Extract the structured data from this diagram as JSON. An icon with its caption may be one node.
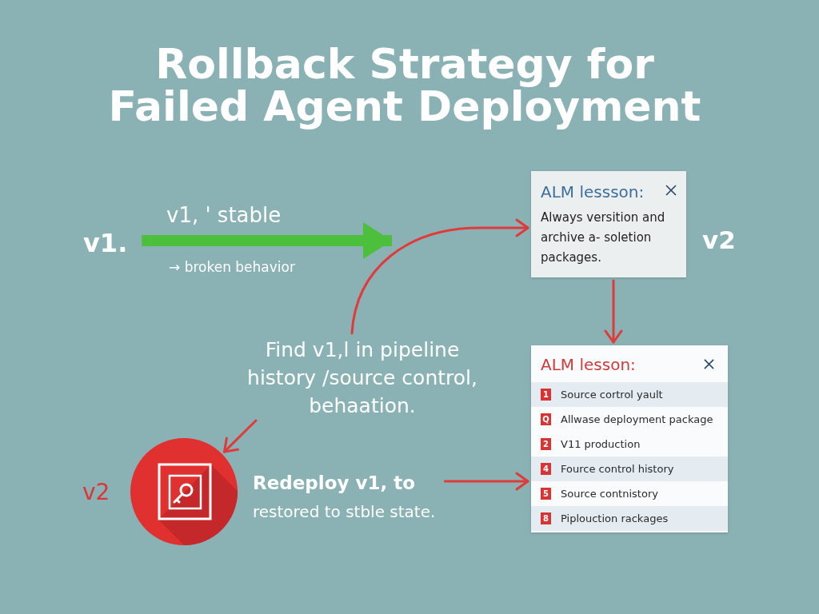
{
  "diagram": {
    "title": "Rollback Strategy for Failed Agent Deployment",
    "nodes": [
      {
        "text": [
          "v1."
        ]
      },
      {
        "text": [
          "ALM lessson:",
          "Always versition and archive a- soletion packages."
        ],
        "beside": [
          "v2"
        ]
      },
      {
        "text": [
          "Find v1,l in pipeline history /source control, behaation."
        ]
      },
      {
        "text": [],
        "shape": "circle",
        "beside": [
          "v2"
        ]
      },
      {
        "text": [
          "Redeploy v1, to",
          "restored to stble state."
        ]
      },
      {
        "text": [
          "ALM lesson:"
        ]
      },
      {
        "text": [
          "1",
          "Source cortrol yault"
        ],
        "in": 5
      },
      {
        "text": [
          "Q",
          "Allwase deployment package"
        ],
        "in": 5
      },
      {
        "text": [
          "2",
          "V11 production"
        ],
        "in": 5
      },
      {
        "text": [
          "4",
          "Fource control history"
        ],
        "in": 5
      },
      {
        "text": [
          "5",
          "Source contnistory"
        ],
        "in": 5
      },
      {
        "text": [
          "8",
          "Piplouction rackages"
        ],
        "in": 5
      }
    ],
    "edges": [
      {
        "from": 0,
        "to": null,
        "arrow": "to",
        "label": "v1, ' stable",
        "style": "thick",
        "color": "#4cbf3c"
      },
      {
        "from": 2,
        "to": 1,
        "arrow": "to"
      },
      {
        "from": 2,
        "to": 3,
        "arrow": "to"
      },
      {
        "from": 4,
        "to": 5,
        "arrow": "to"
      },
      {
        "from": 1,
        "to": 5,
        "arrow": "to"
      }
    ],
    "labels": [
      "→ broken behavior"
    ]
  }
}
